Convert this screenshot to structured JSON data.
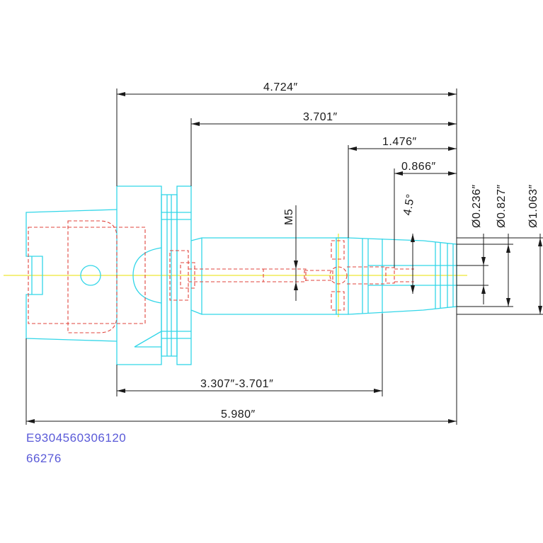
{
  "dimensions": {
    "overall_length": "4.724″",
    "gauge_to_tip": "3.701″",
    "nose_length": "1.476″",
    "tip_length": "0.866″",
    "taper_angle": "4.5°",
    "thread": "M5",
    "bore_dia": "Ø0.236″",
    "tip_dia": "Ø0.827″",
    "nose_dia": "Ø1.063″",
    "adjust_range": "3.307″-3.701″",
    "total_length": "5.980″"
  },
  "part_number": "E9304560306120",
  "item_number": "66276",
  "colors": {
    "outline": "#33d6e8",
    "hidden_lines": "#e0443c",
    "dimensions": "#1a1a1a",
    "centerline": "#e8e000",
    "part_text": "#5a5ad8"
  }
}
